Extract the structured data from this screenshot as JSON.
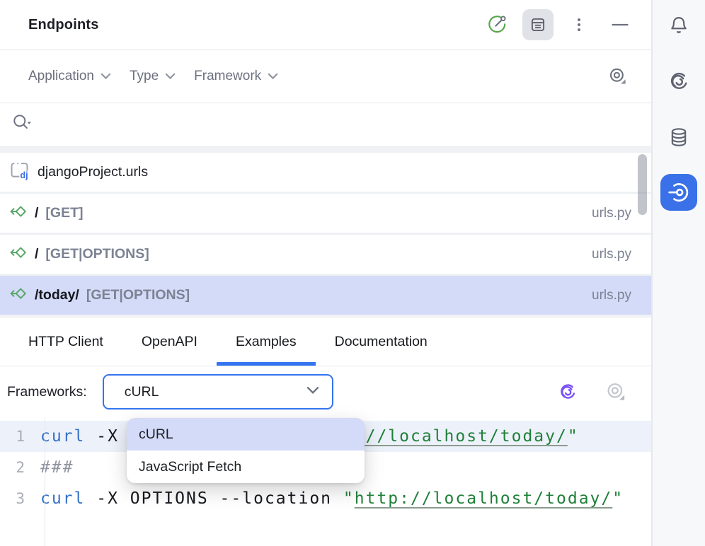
{
  "window": {
    "title": "Endpoints"
  },
  "header": {
    "icons": [
      {
        "name": "endpoints-gauge-icon"
      },
      {
        "name": "details-view-toggle-icon",
        "active": true
      },
      {
        "name": "more-options-icon"
      },
      {
        "name": "hide-panel-icon"
      }
    ]
  },
  "filters": {
    "items": [
      "Application",
      "Type",
      "Framework"
    ]
  },
  "search": {
    "value": "",
    "placeholder": ""
  },
  "endpoint_list": {
    "group": {
      "label": "djangoProject.urls",
      "icon": "django-file-icon"
    },
    "items": [
      {
        "path": "/",
        "methods": "[GET]",
        "file": "urls.py",
        "selected": false
      },
      {
        "path": "/",
        "methods": "[GET|OPTIONS]",
        "file": "urls.py",
        "selected": false
      },
      {
        "path": "/today/",
        "methods": "[GET|OPTIONS]",
        "file": "urls.py",
        "selected": true
      }
    ]
  },
  "tabs": {
    "items": [
      "HTTP Client",
      "OpenAPI",
      "Examples",
      "Documentation"
    ],
    "active": "Examples"
  },
  "frameworks": {
    "label": "Frameworks:",
    "selected": "cURL",
    "options": [
      "cURL",
      "JavaScript Fetch"
    ]
  },
  "code": {
    "lines": [
      {
        "num": "1",
        "active": true,
        "tokens": [
          [
            "kw",
            "curl"
          ],
          [
            "pl",
            " -X GET --location "
          ],
          [
            "st",
            "\""
          ],
          [
            "url",
            "http://localhost/today/"
          ],
          [
            "st",
            "\""
          ]
        ]
      },
      {
        "num": "2",
        "active": false,
        "tokens": [
          [
            "cm",
            "###"
          ]
        ]
      },
      {
        "num": "3",
        "active": false,
        "tokens": [
          [
            "kw",
            "curl"
          ],
          [
            "pl",
            " -X OPTIONS --location "
          ],
          [
            "st",
            "\""
          ],
          [
            "url",
            "http://localhost/today/"
          ],
          [
            "st",
            "\""
          ]
        ]
      }
    ]
  },
  "tool_strip": {
    "items": [
      {
        "name": "notifications-bell-icon",
        "active": false
      },
      {
        "name": "ai-assistant-icon",
        "active": false
      },
      {
        "name": "database-icon",
        "active": false
      },
      {
        "name": "endpoints-tool-icon",
        "active": true
      }
    ]
  },
  "colors": {
    "accent": "#3574f0",
    "active_tool_bg": "#3b71e8",
    "selection_bg": "#d4dbf8",
    "caret_line_bg": "#edf1fa",
    "endpoint_green": "#59a869",
    "ai_purple": "#7a52f5",
    "keyword_blue": "#3672c8",
    "string_green": "#1f8039",
    "muted_gray": "#7b8292",
    "icon_gray": "#6c707e",
    "border": "#e6e8ec"
  }
}
